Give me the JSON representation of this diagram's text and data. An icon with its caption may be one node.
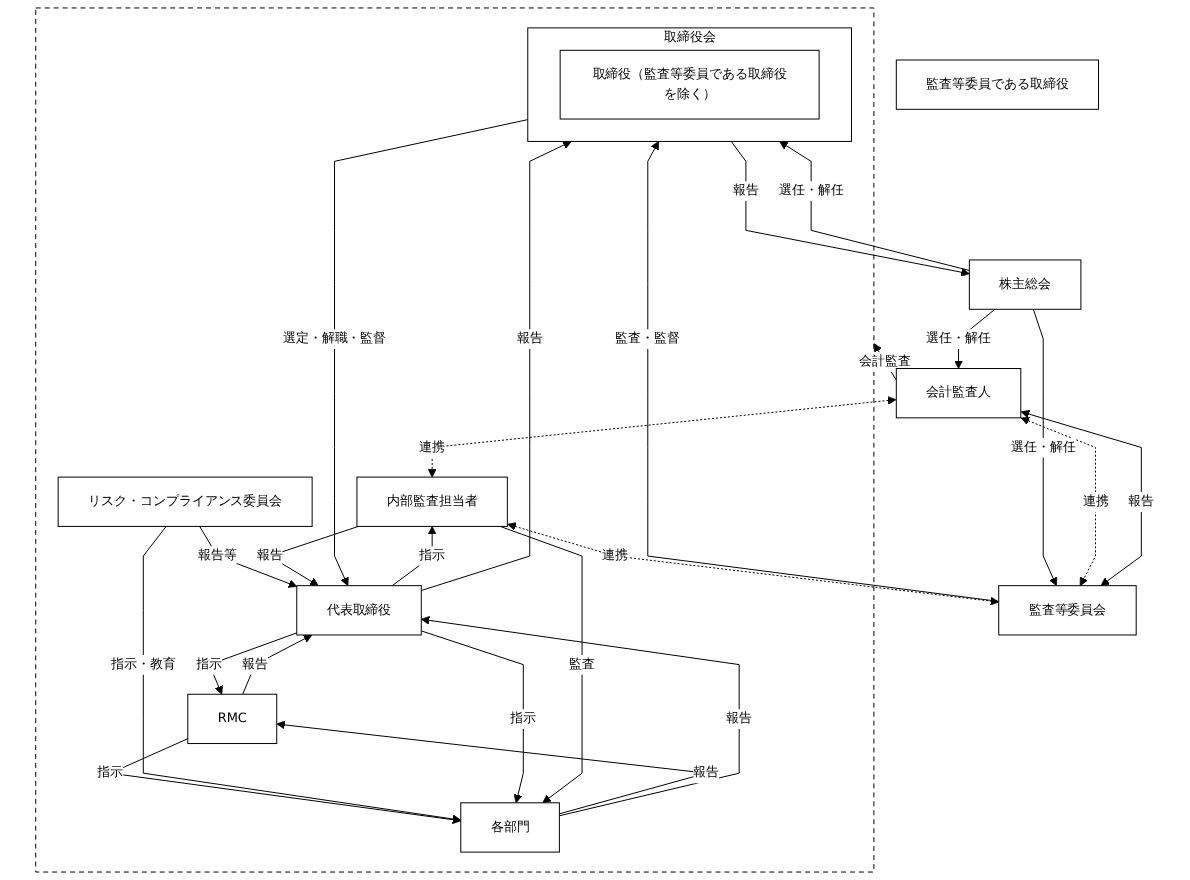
{
  "diagram": {
    "nodes": [
      {
        "text": [
          "株主総会"
        ]
      },
      {
        "text": [
          "会計監査人"
        ]
      },
      {
        "text": [],
        "shape": "box"
      },
      {
        "text": [
          "取締役会"
        ],
        "in": 2
      },
      {
        "text": [
          "取締役（監査等委員である取締役を除く）"
        ],
        "in": 3
      },
      {
        "text": [
          "監査等委員である取締役"
        ]
      },
      {
        "text": [
          "監査等委員会"
        ]
      },
      {
        "text": [
          "代表取締役"
        ],
        "in": 2
      },
      {
        "text": [
          "RMC"
        ],
        "in": 2
      },
      {
        "text": [
          "リスク・コンプライアンス委員会"
        ],
        "in": 2
      },
      {
        "text": [
          "各部門"
        ],
        "in": 2
      },
      {
        "text": [
          "内部監査担当者"
        ],
        "in": 2
      }
    ],
    "edges": [
      {
        "from": 0,
        "to": 1,
        "arrow": "to",
        "label": "選任・解任"
      },
      {
        "from": 0,
        "to": 3,
        "arrow": "to",
        "label": "選任・解任"
      },
      {
        "from": 3,
        "to": 0,
        "arrow": "to",
        "label": "報告"
      },
      {
        "from": 0,
        "to": 6,
        "arrow": "to",
        "label": "選任・解任"
      },
      {
        "from": 6,
        "to": 3,
        "arrow": "to",
        "label": "監査・監督"
      },
      {
        "from": 1,
        "to": 2,
        "arrow": "to",
        "label": "会計監査"
      },
      {
        "from": 3,
        "to": 7,
        "arrow": "to",
        "label": "選定・解職・監督"
      },
      {
        "from": 7,
        "to": 3,
        "arrow": "to",
        "label": "報告"
      },
      {
        "from": 7,
        "to": 8,
        "arrow": "to",
        "label": "指示"
      },
      {
        "from": 8,
        "to": 7,
        "arrow": "to",
        "label": "報告"
      },
      {
        "from": 9,
        "to": 7,
        "arrow": "to",
        "label": "報告等"
      },
      {
        "from": 8,
        "to": 10,
        "arrow": "to",
        "label": "指示"
      },
      {
        "from": 10,
        "to": 8,
        "arrow": "to",
        "label": "報告"
      },
      {
        "from": 9,
        "to": 10,
        "arrow": "to",
        "label": "指示・教育"
      },
      {
        "from": 7,
        "to": 10,
        "arrow": "to",
        "label": "指示"
      },
      {
        "from": 10,
        "to": 7,
        "arrow": "to",
        "label": "報告"
      },
      {
        "from": 7,
        "to": 11,
        "arrow": "to",
        "label": "指示"
      },
      {
        "from": 11,
        "to": 7,
        "arrow": "to",
        "label": "報告"
      },
      {
        "from": 11,
        "to": 10,
        "arrow": "to",
        "label": "監査"
      },
      {
        "from": 1,
        "to": 11,
        "arrow": "both",
        "label": "連携",
        "style": "dashed"
      },
      {
        "from": 11,
        "to": 6,
        "arrow": "both",
        "label": "連携",
        "style": "dashed"
      },
      {
        "from": 1,
        "to": 6,
        "arrow": "both",
        "label": "連携",
        "style": "dashed"
      },
      {
        "from": 1,
        "to": 6,
        "arrow": "both",
        "label": "報告"
      }
    ]
  }
}
